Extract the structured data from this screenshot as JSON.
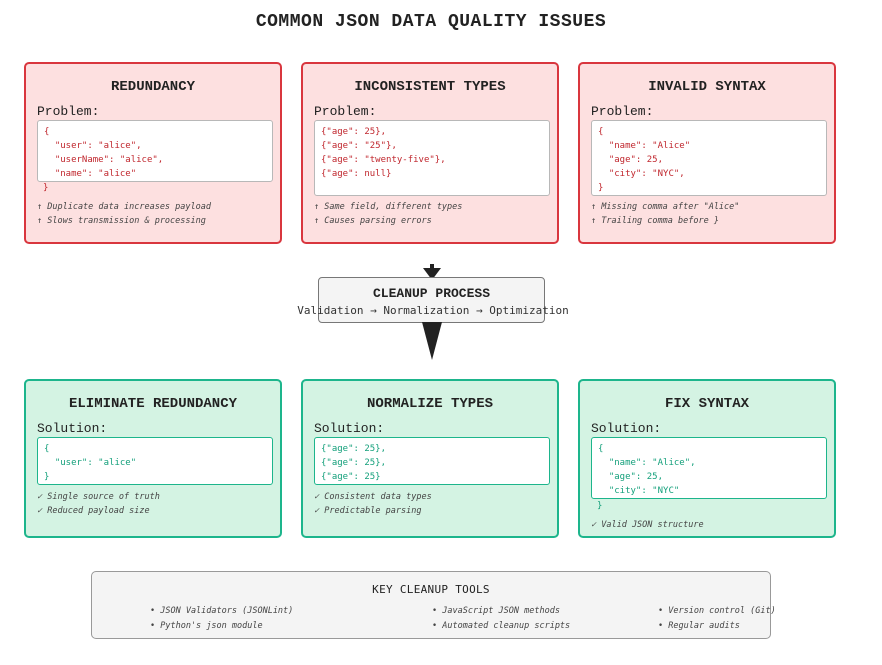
{
  "title": "COMMON JSON DATA QUALITY ISSUES",
  "problems": [
    {
      "title": "REDUNDANCY",
      "label": "Problem:",
      "code": [
        "{",
        "  \"user\": \"alice\",",
        "  \"userName\": \"alice\",",
        "  \"name\": \"alice\""
      ],
      "overflow": "}",
      "notes": [
        "↑ Duplicate data increases payload",
        "↑ Slows transmission & processing"
      ]
    },
    {
      "title": "INCONSISTENT TYPES",
      "label": "Problem:",
      "code": [
        "{\"age\": 25},",
        "{\"age\": \"25\"},",
        "{\"age\": \"twenty-five\"},",
        "{\"age\": null}"
      ],
      "notes": [
        "↑ Same field, different types",
        "↑ Causes parsing errors"
      ]
    },
    {
      "title": "INVALID SYNTAX",
      "label": "Problem:",
      "code": [
        "{",
        "  \"name\": \"Alice\"",
        "  \"age\": 25,",
        "  \"city\": \"NYC\",",
        "}"
      ],
      "notes": [
        "↑ Missing comma after \"Alice\"",
        "↑ Trailing comma before }"
      ]
    }
  ],
  "process": {
    "title": "CLEANUP PROCESS",
    "subtitle": "Validation → Normalization → Optimization"
  },
  "solutions": [
    {
      "title": "ELIMINATE REDUNDANCY",
      "label": "Solution:",
      "code": [
        "{",
        "  \"user\": \"alice\"",
        "}"
      ],
      "notes": [
        "✓ Single source of truth",
        "✓ Reduced payload size"
      ]
    },
    {
      "title": "NORMALIZE TYPES",
      "label": "Solution:",
      "code": [
        "{\"age\": 25},",
        "{\"age\": 25},",
        "{\"age\": 25}"
      ],
      "notes": [
        "✓ Consistent data types",
        "✓ Predictable parsing"
      ]
    },
    {
      "title": "FIX SYNTAX",
      "label": "Solution:",
      "code": [
        "{",
        "  \"name\": \"Alice\",",
        "  \"age\": 25,",
        "  \"city\": \"NYC\""
      ],
      "overflow": "}",
      "notes": [
        "✓ Valid JSON structure"
      ]
    }
  ],
  "tools": {
    "title": "KEY CLEANUP TOOLS",
    "items": [
      "• JSON Validators (JSONLint)",
      "• Python's json module",
      "• JavaScript JSON methods",
      "• Automated cleanup scripts",
      "• Version control (Git)",
      "• Regular audits"
    ]
  }
}
